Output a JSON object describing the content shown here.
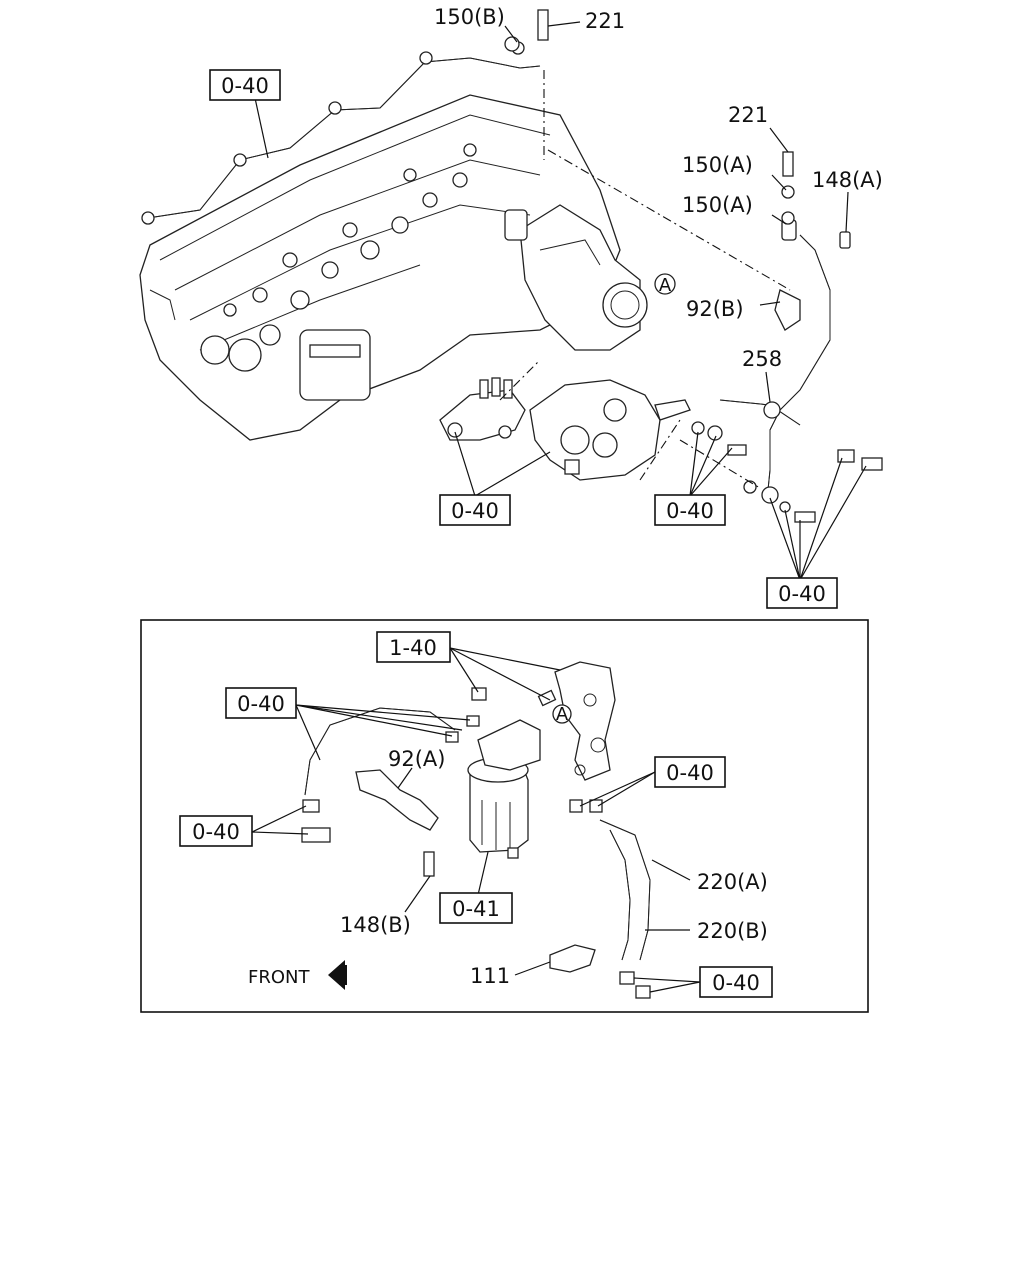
{
  "callouts": {
    "c150b": "150(B)",
    "c221_top": "221",
    "c221_right": "221",
    "c150a_1": "150(A)",
    "c150a_2": "150(A)",
    "c148a": "148(A)",
    "c92b": "92(B)",
    "c258": "258",
    "c92a": "92(A)",
    "c148b": "148(B)",
    "c111": "111",
    "c220a": "220(A)",
    "c220b": "220(B)",
    "marker_a": "A",
    "front": "FRONT"
  },
  "ref_boxes": {
    "r040_topleft": "0-40",
    "r040_mid1": "0-40",
    "r040_mid2": "0-40",
    "r040_right": "0-40",
    "r140": "1-40",
    "r040_in_left_top": "0-40",
    "r040_in_left_bot": "0-40",
    "r040_in_right_top": "0-40",
    "r041": "0-41",
    "r040_in_right_bot": "0-40"
  }
}
